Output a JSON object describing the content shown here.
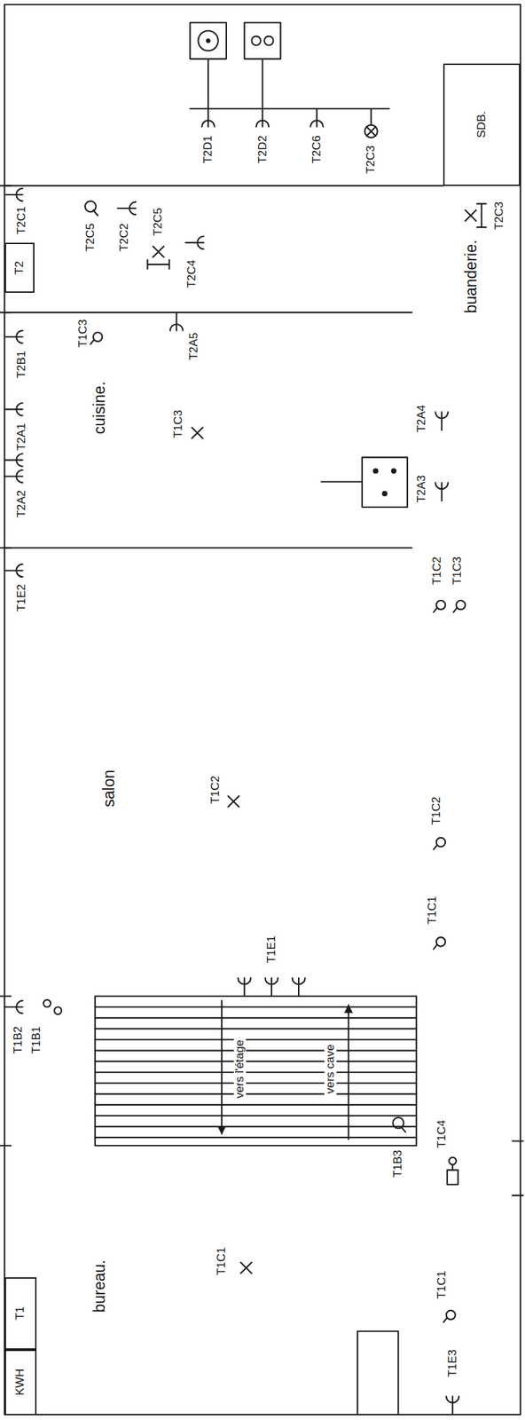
{
  "diagram": {
    "nodes": [
      {
        "text": [
          "SDB."
        ]
      },
      {
        "text": [
          "T2"
        ]
      },
      {
        "text": [
          "T1"
        ]
      },
      {
        "text": [
          "KWH"
        ]
      }
    ],
    "labels": [
      "T2C3",
      "buanderie.",
      "T2D1",
      "T2D2",
      "T2C6",
      "T2C3",
      "T2C1",
      "T2C5",
      "T2C2",
      "T2C5",
      "T2C4",
      "T1C3",
      "T2B1",
      "T2A5",
      "T2A1",
      "T2A2",
      "cuisine.",
      "T1C3",
      "T2A4",
      "T2A3",
      "T1E2",
      "T1C2",
      "T1C3",
      "salon",
      "T1C2",
      "T1C2",
      "T1E1",
      "T1C1",
      "T1B2",
      "T1B1",
      "vers l'étage",
      "vers cave",
      "T1B3",
      "T1C4",
      "T1C1",
      "bureau.",
      "T1C1",
      "T1E3"
    ]
  }
}
